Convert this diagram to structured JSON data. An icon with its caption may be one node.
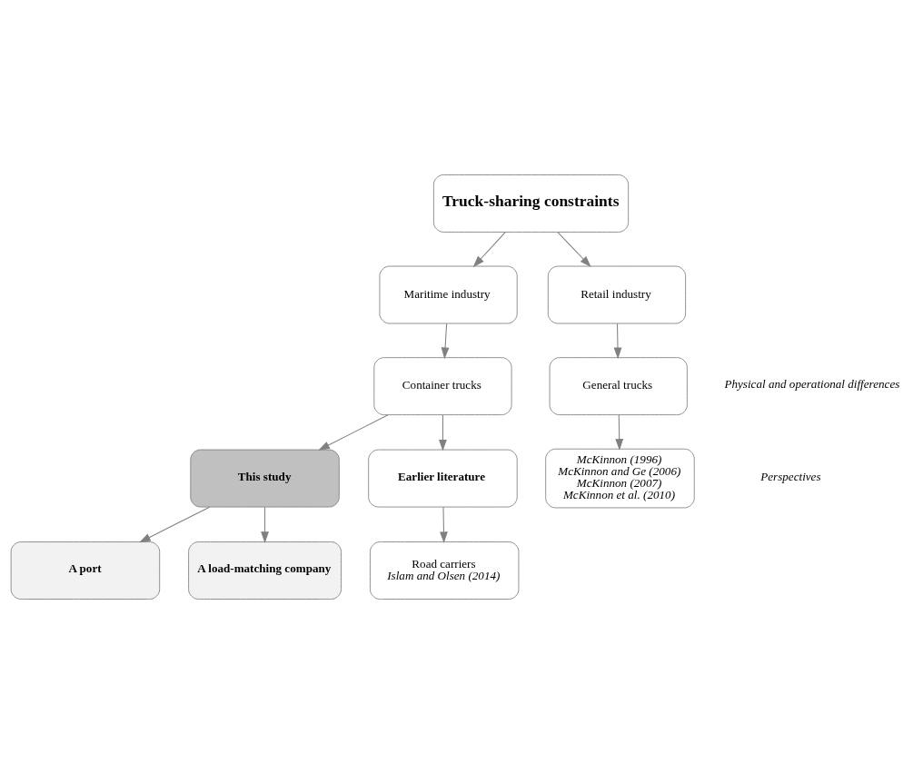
{
  "diagram": {
    "nodes": [
      {
        "text": [
          "Truck-sharing constraints"
        ]
      },
      {
        "text": [
          "Maritime industry"
        ]
      },
      {
        "text": [
          "Retail industry"
        ]
      },
      {
        "text": [
          "Container trucks"
        ]
      },
      {
        "text": [
          "General trucks"
        ]
      },
      {
        "text": [
          "This study"
        ]
      },
      {
        "text": [
          "Earlier literature"
        ]
      },
      {
        "text": [
          "McKinnon (1996)",
          "McKinnon and Ge (2006)",
          "McKinnon (2007)",
          "McKinnon et al. (2010)"
        ]
      },
      {
        "text": [
          "A port"
        ]
      },
      {
        "text": [
          "A load-matching company"
        ]
      },
      {
        "text": [
          "Road carriers",
          "Islam and Olsen (2014)"
        ]
      }
    ],
    "edges": [
      {
        "from": 0,
        "to": 1,
        "arrow": "to"
      },
      {
        "from": 0,
        "to": 2,
        "arrow": "to"
      },
      {
        "from": 1,
        "to": 3,
        "arrow": "to"
      },
      {
        "from": 2,
        "to": 4,
        "arrow": "to"
      },
      {
        "from": 3,
        "to": 5,
        "arrow": "to"
      },
      {
        "from": 3,
        "to": 6,
        "arrow": "to"
      },
      {
        "from": 4,
        "to": 7,
        "arrow": "to"
      },
      {
        "from": 5,
        "to": 8,
        "arrow": "to"
      },
      {
        "from": 5,
        "to": 9,
        "arrow": "to"
      },
      {
        "from": 6,
        "to": 10,
        "arrow": "to"
      }
    ],
    "labels": [
      "Physical and operational differences",
      "Perspectives"
    ]
  }
}
